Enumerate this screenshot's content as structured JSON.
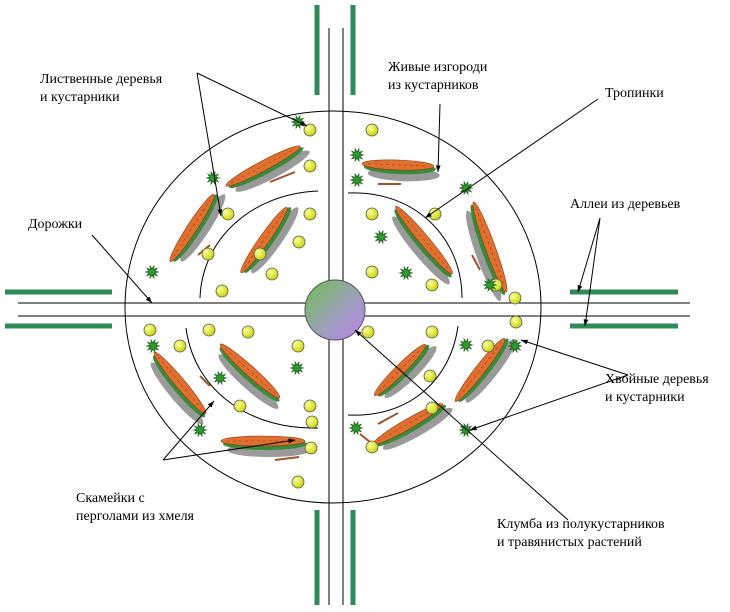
{
  "labels": {
    "deciduous_1": "Лиственные деревья",
    "deciduous_2": "и кустарники",
    "hedges_1": "Живые изгороди",
    "hedges_2": "из кустарников",
    "trails": "Тропинки",
    "paths": "Дорожки",
    "alleys": "Аллеи из деревьев",
    "conifers_1": "Хвойные деревья",
    "conifers_2": "и кустарники",
    "benches_1": "Скамейки с",
    "benches_2": "перголами из хмеля",
    "flowerbed_1": "Клумба из полукустарников",
    "flowerbed_2": "и травянистых растений"
  },
  "colors": {
    "alley_green": "#2e8b57",
    "hedge_orange": "#e07030",
    "hedge_green": "#3a8a3a",
    "hedge_shadow": "#9a9a9a",
    "deciduous_yellow": "#dde800",
    "conifer_green": "#2e9a2e",
    "bench_brown": "#a0522d",
    "flowerbed_green": "#7fbf4f",
    "flowerbed_purple": "#b57fe0"
  }
}
